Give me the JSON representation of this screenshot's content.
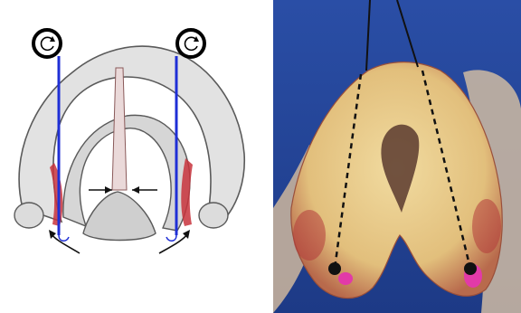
{
  "figure": {
    "left_panel": {
      "kind": "anatomical-illustration",
      "subject": "larynx-superior-view",
      "icons": [
        "rotation-knob-icon-left",
        "rotation-knob-icon-right",
        "arrow-left-icon",
        "arrow-right-icon",
        "curved-arrow-left-icon",
        "curved-arrow-right-icon"
      ],
      "colors": {
        "suture": "#1f2fd6",
        "cartilage": "#d9d9d9",
        "outline": "#555555",
        "muscle": "#c8323c"
      }
    },
    "right_panel": {
      "kind": "specimen-photo",
      "subject": "excised-larynx-with-sutures",
      "colors": {
        "background": "#2c4fa0",
        "tissue": "#e6c98a",
        "marker": "#e23aa8",
        "dot": "#111111"
      }
    }
  }
}
